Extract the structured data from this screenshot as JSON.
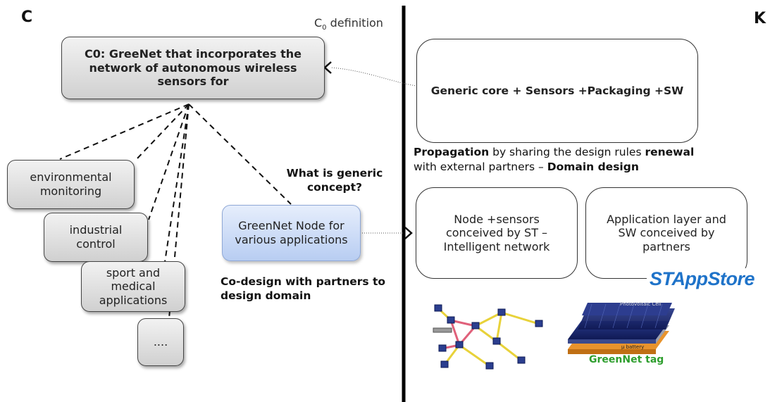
{
  "header": {
    "left_letter": "C",
    "right_letter": "K",
    "c0_label_main": "C",
    "c0_label_sub": "0",
    "c0_label_rest": " definition"
  },
  "c_side": {
    "root": "C0: GreeNet that incorporates the network of autonomous wireless sensors for",
    "children": [
      "environmental monitoring",
      "industrial control",
      "sport and medical applications",
      "...."
    ],
    "question": "What is generic concept?",
    "node": "GreenNet Node for various applications",
    "codesign": "Co-design with partners to design domain"
  },
  "k_side": {
    "generic_core": "Generic core + Sensors +Packaging +SW",
    "propagation": {
      "part1": "Propagation",
      "part2": " by sharing the design rules ",
      "part3": "renewal",
      "part4": "with external partners – ",
      "part5": "Domain design"
    },
    "node_box": "Node +sensors conceived by ST – Intelligent network",
    "app_box": "Application layer and SW conceived by partners",
    "appstore_st": "ST",
    "appstore_text": "AppStore",
    "tag_label": "GreenNet tag",
    "tag_cell_label": "Photovoltaic Cell",
    "tag_battery_label": "μ battery"
  },
  "colors": {
    "grey_box": "#d9d9d9",
    "node_blue": "#c4d6f5",
    "appstore_blue": "#1f73c9",
    "tag_green": "#2e9e2e",
    "network_red": "#e0607a",
    "network_yellow": "#e8d23a"
  }
}
